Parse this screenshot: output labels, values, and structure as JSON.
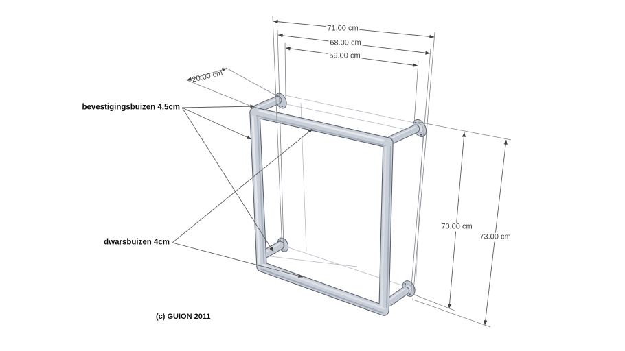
{
  "diagram": {
    "dimensions": {
      "width_outer": "71.00 cm",
      "width_mid": "68.00 cm",
      "width_inner": "59.00 cm",
      "depth": "20.00 cm",
      "height_inner": "70.00 cm",
      "height_outer": "73.00 cm"
    },
    "labels": {
      "mounting_tubes": "bevestigingsbuizen 4,5cm",
      "cross_tubes": "dwarsbuizen 4cm",
      "copyright": "(c) GUION 2011"
    },
    "colors": {
      "tube_fill": "#c9cfd9",
      "tube_highlight": "#e4e7ec",
      "tube_shadow": "#a8aebb",
      "tube_outline": "#5c636f",
      "dimension_line": "#5a5a5a",
      "construction_line": "#b6bbc2",
      "background": "#ffffff"
    }
  }
}
